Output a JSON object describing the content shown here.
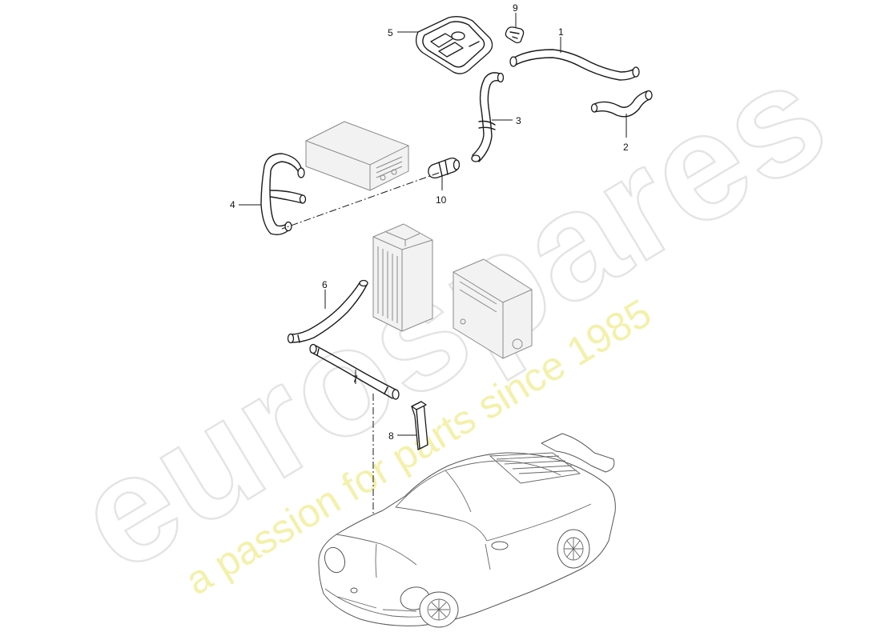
{
  "watermark": {
    "brand": "eurospares",
    "tagline": "a passion for parts since 1985"
  },
  "callouts": [
    {
      "id": "1",
      "label": "1"
    },
    {
      "id": "2",
      "label": "2"
    },
    {
      "id": "3",
      "label": "3"
    },
    {
      "id": "4",
      "label": "4"
    },
    {
      "id": "5",
      "label": "5"
    },
    {
      "id": "6",
      "label": "6"
    },
    {
      "id": "7",
      "label": "7"
    },
    {
      "id": "8",
      "label": "8"
    },
    {
      "id": "9",
      "label": "9"
    },
    {
      "id": "10",
      "label": "10"
    }
  ],
  "colors": {
    "line": "#1a1a1a",
    "watermark_outline": "#e4e4e4",
    "watermark_tagline": "#f1ef9c"
  }
}
